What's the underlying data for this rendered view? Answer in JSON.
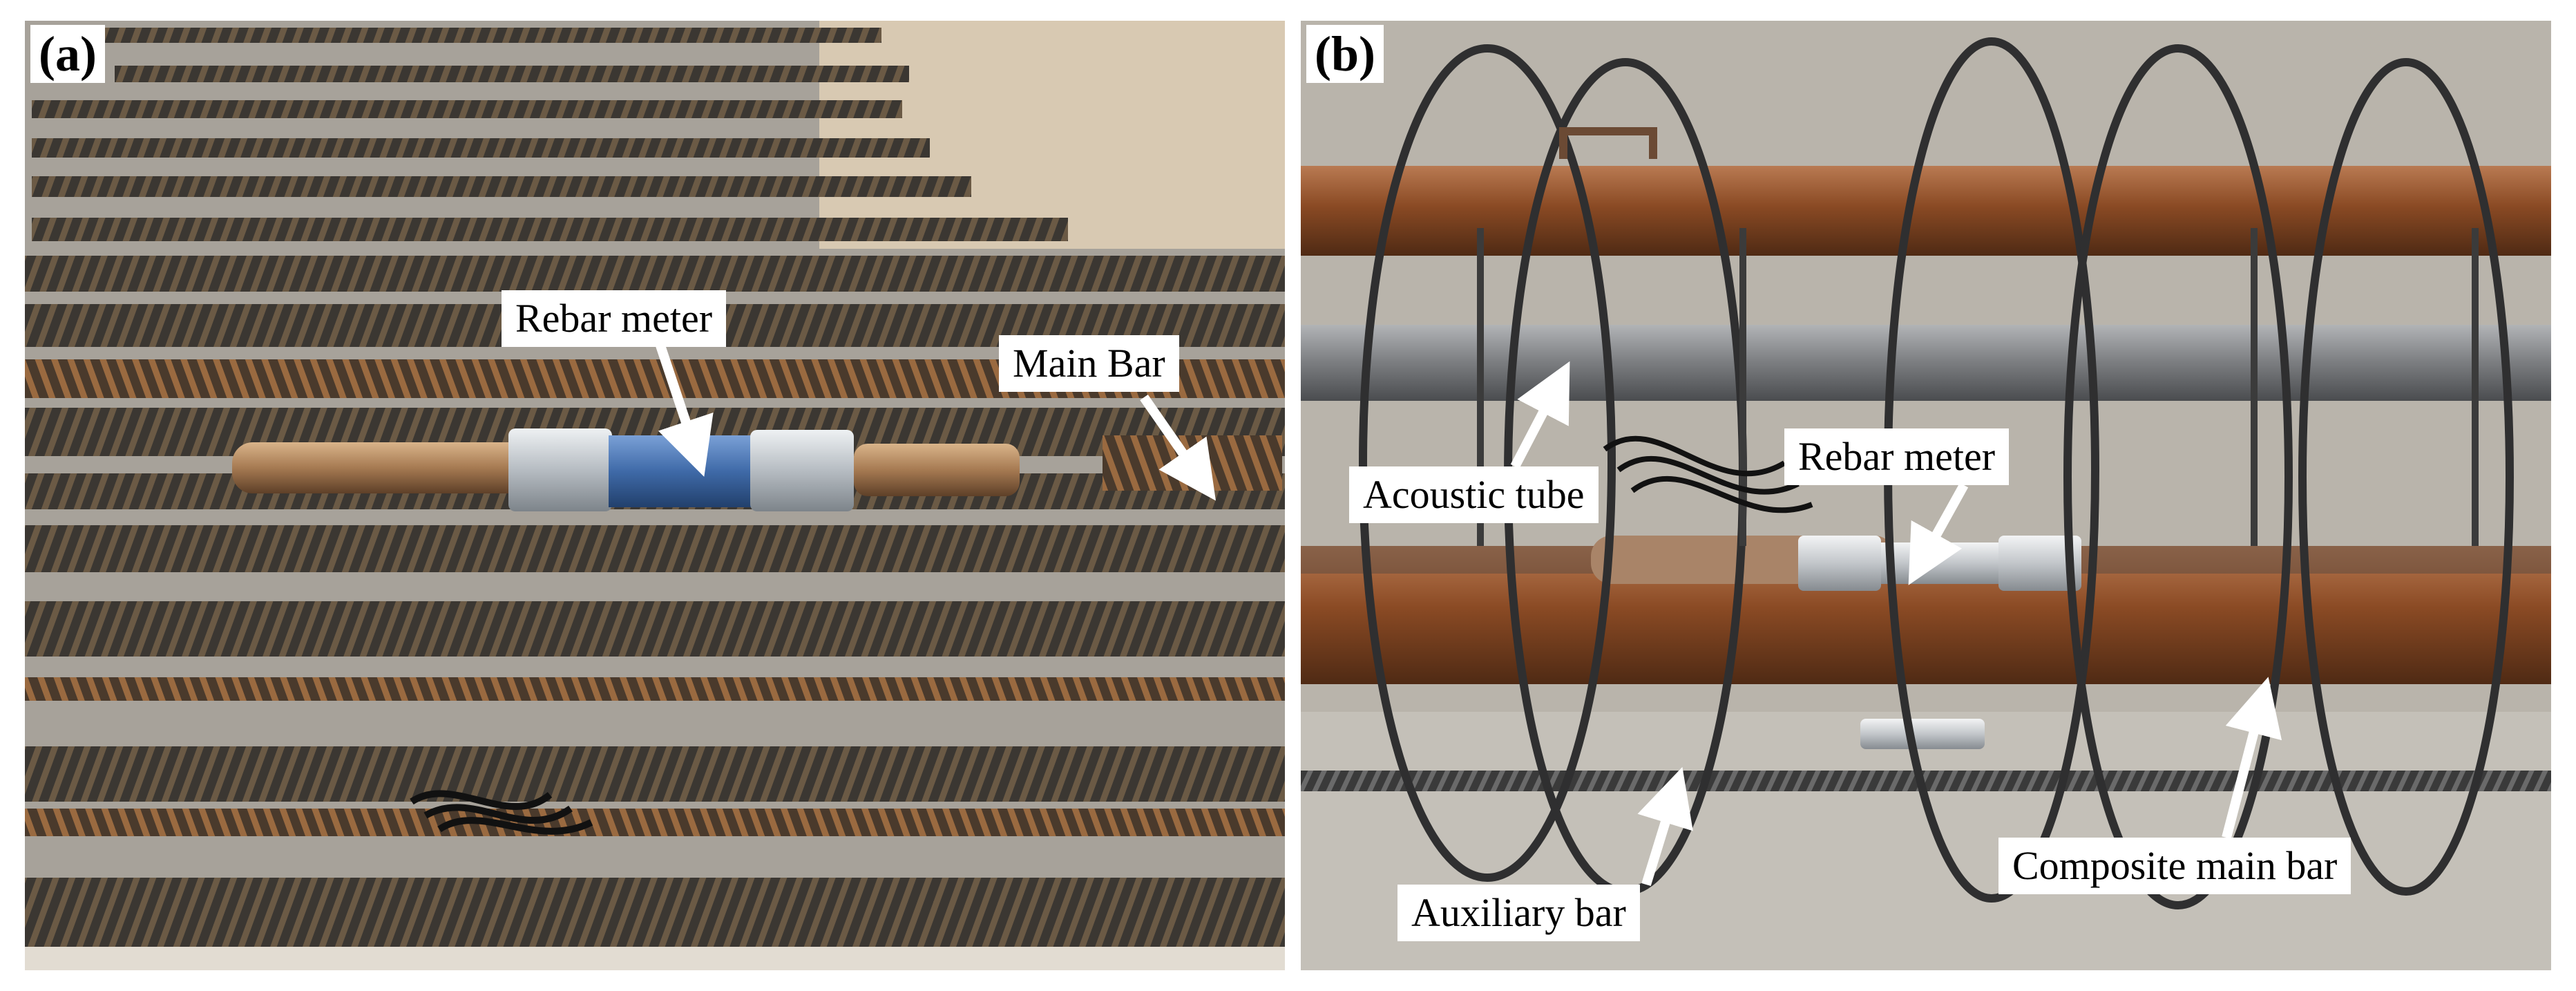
{
  "panel_a": {
    "tag": "(a)",
    "labels": {
      "rebar_meter": "Rebar meter",
      "main_bar": "Main Bar"
    }
  },
  "panel_b": {
    "tag": "(b)",
    "labels": {
      "rebar_meter": "Rebar meter",
      "acoustic_tube": "Acoustic tube",
      "auxiliary_bar": "Auxiliary bar",
      "composite_main_bar": "Composite main bar"
    }
  },
  "colors": {
    "rebar_dark": "#3a3630",
    "rust": "#8a4a24",
    "meter_steel": "#c9ced3",
    "meter_blue": "#3f6aa8",
    "ground_concrete": "#b9b4ab",
    "annotation_white": "#ffffff"
  }
}
